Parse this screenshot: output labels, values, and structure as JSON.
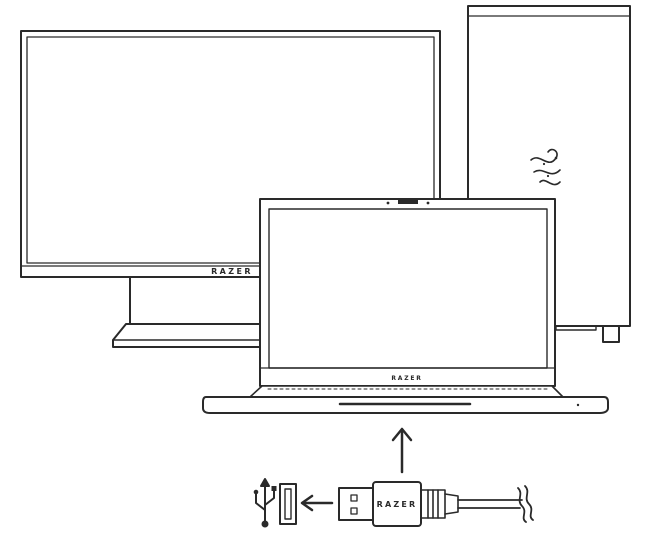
{
  "monitor": {
    "brand_label": "RAZER"
  },
  "laptop": {
    "brand_label": "RAZER"
  },
  "usb_plug": {
    "brand_label": "RAZER"
  },
  "icons": {
    "usb_symbol": "usb-symbol-icon",
    "usb_port": "usb-port-icon",
    "arrow_left": "arrow-left-icon",
    "arrow_up": "arrow-up-icon",
    "tower_logo": "razer-snake-logo-icon"
  },
  "colors": {
    "line": "#2a2a2a",
    "background": "#ffffff"
  }
}
